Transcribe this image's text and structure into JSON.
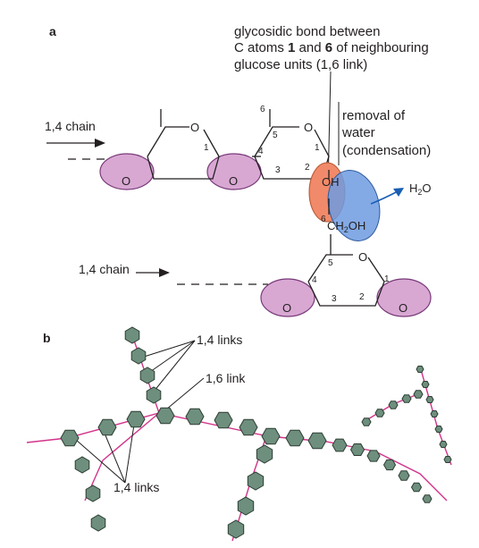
{
  "panel_a": {
    "letter": "a",
    "annotation_bond": [
      "glycosidic bond between",
      "C atoms 1 and 6 of neighbouring",
      "glucose units (1,6 link)"
    ],
    "annotation_removal": [
      "removal of",
      "water",
      "(condensation)"
    ],
    "chain_label_top": "1,4 chain",
    "chain_label_bottom": "1,4 chain",
    "oh_label": "OH",
    "ch2oh_label": "CH2OH",
    "ch2oh_prefix": "6",
    "water_label": "H2O",
    "ring_oxygen": "O",
    "carbon_numbers": [
      "1",
      "2",
      "3",
      "4",
      "5",
      "6"
    ]
  },
  "panel_b": {
    "letter": "b",
    "label_14_links_top": "1,4 links",
    "label_16_link": "1,6 link",
    "label_14_links_bottom": "1,4 links"
  },
  "colors": {
    "ellipse_fill": "#d8a8d3",
    "oh_highlight": "#f08a6a",
    "ch2oh_highlight": "#6d9be0",
    "arrow_blue": "#1a5fb4",
    "hexagon_fill": "#6e8f7d",
    "link_pink": "#d2338a"
  }
}
